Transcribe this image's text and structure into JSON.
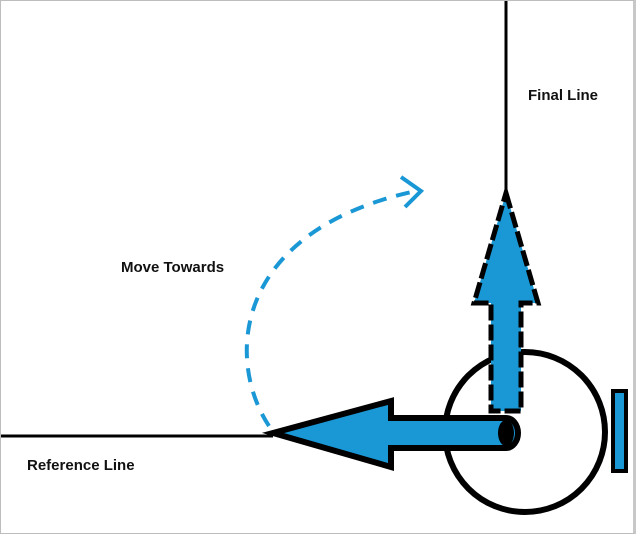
{
  "labels": {
    "final_line": "Final Line",
    "move_towards": "Move Towards",
    "reference_line": "Reference Line"
  },
  "colors": {
    "arrow_fill": "#1a97d5",
    "line": "#000000",
    "dashed_arc": "#1a97d5"
  }
}
